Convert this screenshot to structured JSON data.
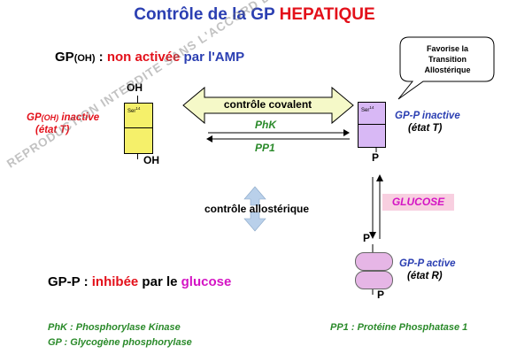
{
  "title": {
    "part1": "Contrôle de la GP ",
    "part2": "HEPATIQUE"
  },
  "header_left": {
    "gp_oh": "GP",
    "oh_sub": "(OH)",
    "sep": " : ",
    "non_activee": "non activée",
    "par_amp": " par l'AMP"
  },
  "left_enzyme": {
    "oh_top": "OH",
    "ser": "Ser",
    "ser_sup": "14",
    "oh_bottom": "OH",
    "label_gp": "GP",
    "label_oh": "(OH)",
    "label_inactive": " inactive",
    "label_state": "(état T)"
  },
  "center": {
    "covalent": "contrôle covalent",
    "phk": "PhK",
    "pp1": "PP1",
    "allosteric": "contrôle allostérique"
  },
  "right_enzyme": {
    "ser": "Ser",
    "ser_sup": "14",
    "p_bottom": "P",
    "label": "GP-P inactive",
    "state": "(état T)"
  },
  "callout": {
    "line1": "Favorise la",
    "line2": "Transition",
    "line3": "Allostérique"
  },
  "glucose_box": "GLUCOSE",
  "active_enzyme": {
    "p_top": "P",
    "p_bottom": "P",
    "label": "GP-P active",
    "state": "(état R)"
  },
  "bottom_statement": {
    "gpp": "GP-P",
    "sep": " : ",
    "inhibee": "inhibée",
    "par_le": " par le ",
    "glucose": "glucose"
  },
  "footer": {
    "phk": "PhK : Phosphorylase Kinase",
    "gp": "GP : Glycogène phosphorylase",
    "pp1": "PP1 : Protéine Phosphatase 1"
  },
  "watermark": "REPRODUCTION INTERDITE SANS L'ACCORD DES AUTEURS - FACULTE DE MEDECIN - UNS",
  "colors": {
    "title_blue": "#2b3fb2",
    "red": "#e3101a",
    "magenta": "#d414c4",
    "green": "#2a8a2a",
    "yellow_box": "#f5f06a",
    "violet_box": "#d8b8f5",
    "glucose_bg": "#f8cfe0"
  }
}
